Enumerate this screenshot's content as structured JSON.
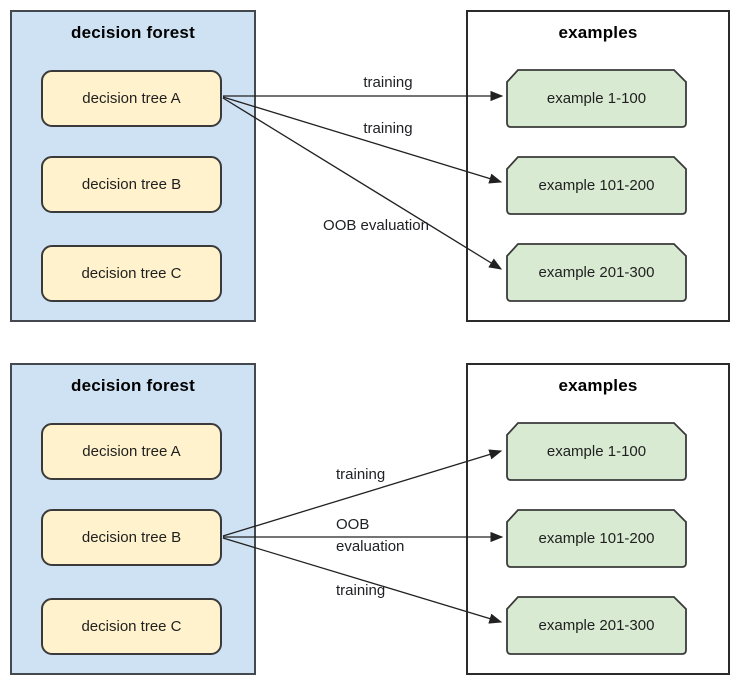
{
  "colors": {
    "forest_fill": "#cfe2f3",
    "tree_fill": "#fff2cc",
    "example_fill": "#d9ead3",
    "outline": "#3a3a3a",
    "arrow": "#212121"
  },
  "panels": [
    {
      "forest": {
        "title": "decision forest",
        "trees": [
          "decision tree A",
          "decision tree B",
          "decision tree C"
        ]
      },
      "examples": {
        "title": "examples",
        "items": [
          "example 1-100",
          "example 101-200",
          "example 201-300"
        ]
      },
      "arrows": [
        {
          "from": "decision tree A",
          "to": "example 1-100",
          "label": "training"
        },
        {
          "from": "decision tree A",
          "to": "example 101-200",
          "label": "training"
        },
        {
          "from": "decision tree A",
          "to": "example 201-300",
          "label": "OOB evaluation"
        }
      ]
    },
    {
      "forest": {
        "title": "decision forest",
        "trees": [
          "decision tree A",
          "decision tree B",
          "decision tree C"
        ]
      },
      "examples": {
        "title": "examples",
        "items": [
          "example 1-100",
          "example 101-200",
          "example 201-300"
        ]
      },
      "arrows": [
        {
          "from": "decision tree B",
          "to": "example 1-100",
          "label": "training"
        },
        {
          "from": "decision tree B",
          "to": "example 101-200",
          "label": "OOB",
          "label2": "evaluation"
        },
        {
          "from": "decision tree B",
          "to": "example 201-300",
          "label": "training"
        }
      ]
    }
  ]
}
